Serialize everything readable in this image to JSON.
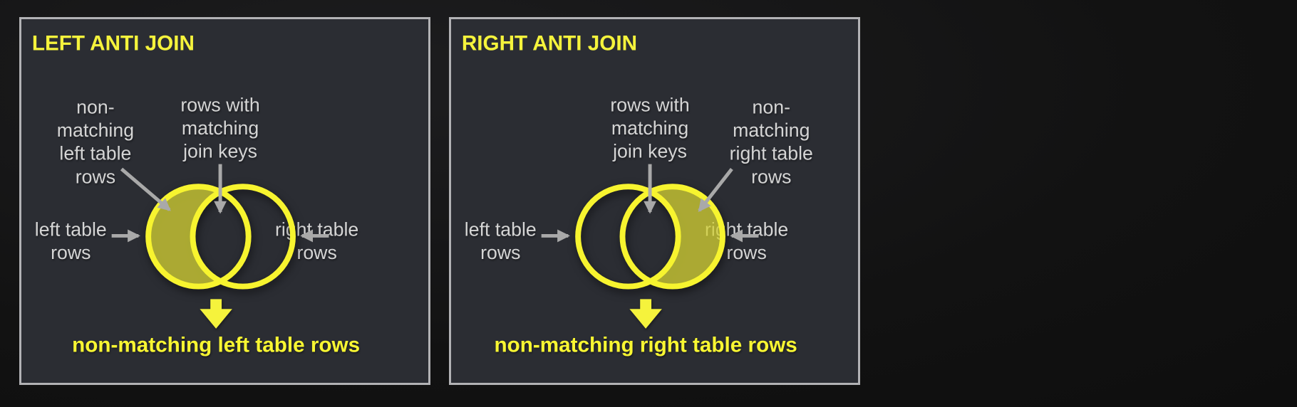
{
  "colors": {
    "page_bg": "#131313",
    "panel_bg": "#2b2d33",
    "panel_border": "#b2b2b5",
    "accent_yellow": "#f5f33c",
    "crescent_fill_olive": "#b3b14a",
    "label_gray": "#d5d5d5",
    "arrow_gray": "#a9a9a9"
  },
  "panels": [
    {
      "id": "left-anti-join",
      "title": "LEFT ANTI JOIN",
      "filled_side": "left",
      "labels": {
        "non_matching": [
          "non-",
          "matching",
          "left table",
          "rows"
        ],
        "matching_keys": [
          "rows with",
          "matching",
          "join keys"
        ],
        "left_table": [
          "left table",
          "rows"
        ],
        "right_table": [
          "right table",
          "rows"
        ],
        "result": "non-matching left table rows"
      }
    },
    {
      "id": "right-anti-join",
      "title": "RIGHT ANTI JOIN",
      "filled_side": "right",
      "labels": {
        "non_matching": [
          "non-",
          "matching",
          "right table",
          "rows"
        ],
        "matching_keys": [
          "rows with",
          "matching",
          "join keys"
        ],
        "left_table": [
          "left table",
          "rows"
        ],
        "right_table": [
          "right table",
          "rows"
        ],
        "result": "non-matching right table rows"
      }
    }
  ]
}
